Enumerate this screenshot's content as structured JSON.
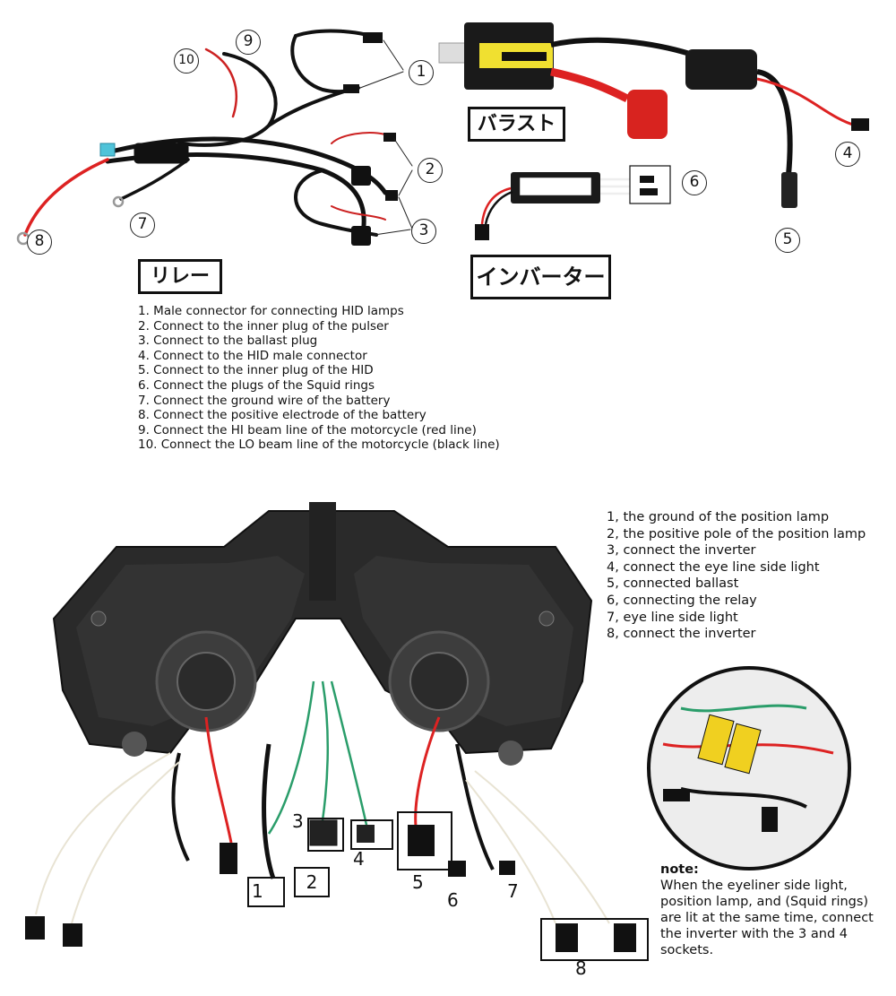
{
  "top": {
    "relay_label": "リレー",
    "ballast_label": "バラスト",
    "inverter_label": "インバーター",
    "callouts": [
      "1",
      "2",
      "3",
      "4",
      "5",
      "6",
      "7",
      "8",
      "9",
      "10"
    ],
    "legend": [
      "1. Male connector for connecting HID lamps",
      "2. Connect to the inner plug of the pulser",
      "3. Connect to the ballast plug",
      "4. Connect to the HID male connector",
      "5. Connect to the inner plug of the HID",
      "6. Connect the plugs of the Squid rings",
      "7. Connect the ground wire of the battery",
      "8. Connect the positive electrode of the battery",
      "9. Connect the HI beam line of the motorcycle (red line)",
      "10. Connect the LO beam line of the motorcycle (black line)"
    ]
  },
  "bottom": {
    "legend": [
      "1, the ground of the position lamp",
      "2, the positive pole of the position lamp",
      "3, connect the inverter",
      "4, connect the eye line side light",
      "5, connected ballast",
      "6, connecting the relay",
      "7, eye line side light",
      "8, connect the inverter"
    ],
    "callouts": [
      "1",
      "2",
      "3",
      "4",
      "5",
      "6",
      "7",
      "8"
    ],
    "note_title": "note:",
    "note_body": "When the eyeliner side light, position lamp, and (Squid rings) are lit at the same time, connect the inverter with the 3 and 4 sockets."
  }
}
